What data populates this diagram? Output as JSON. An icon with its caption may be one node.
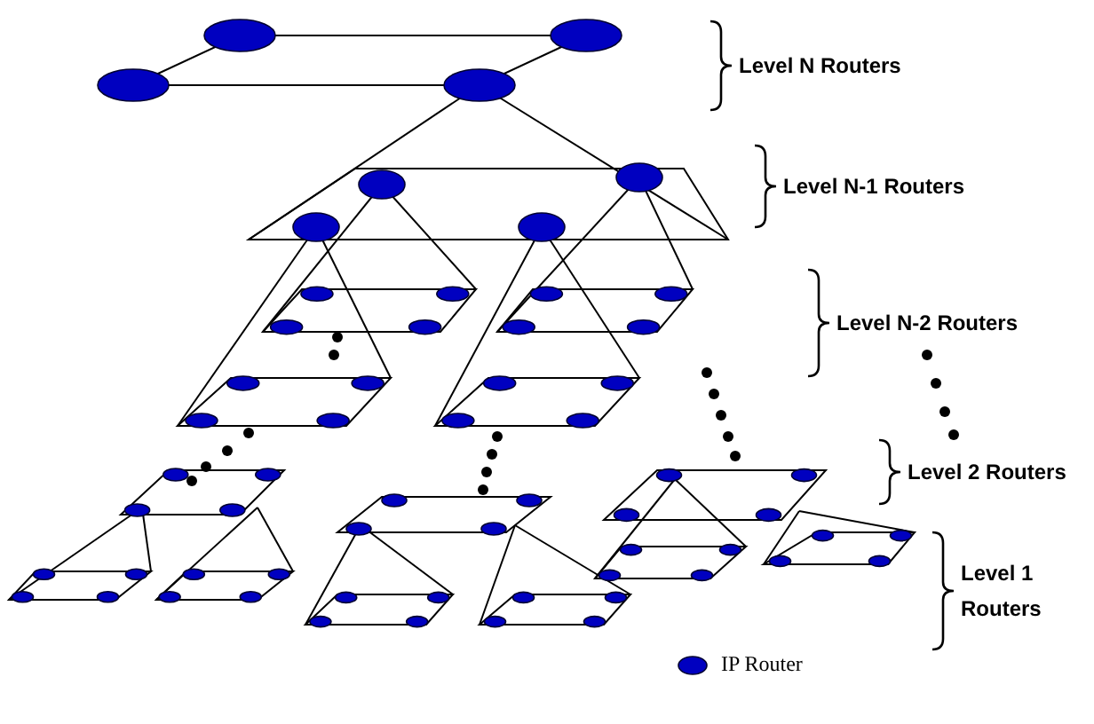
{
  "diagram": {
    "labels": [
      "Level N Routers",
      "Level N-1 Routers",
      "Level N-2 Routers",
      "Level 2 Routers",
      "Level 1 Routers"
    ],
    "legend": [
      {
        "text": "IP Router",
        "color": "#0000c0"
      }
    ]
  }
}
